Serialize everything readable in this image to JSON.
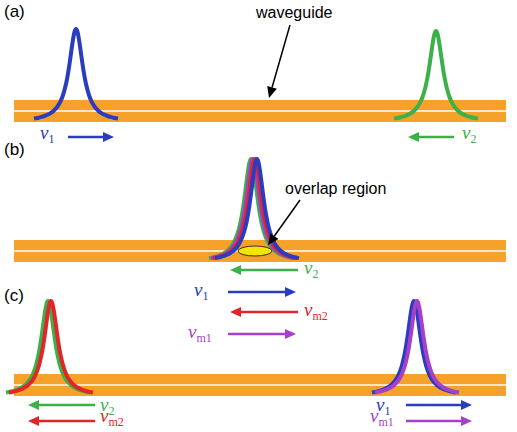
{
  "diagram": {
    "labels": [
      "(a)",
      "waveguide",
      "ν1",
      "ν2",
      "(b)",
      "overlap region",
      "ν1",
      "ν2",
      "νm2",
      "νm1",
      "(c)",
      "ν2",
      "νm2",
      "ν1",
      "νm1"
    ]
  }
}
